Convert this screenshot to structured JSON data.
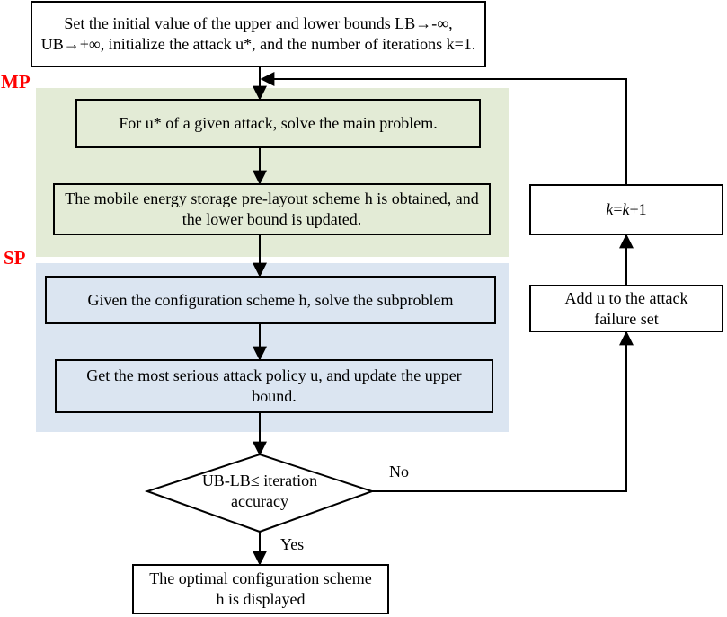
{
  "regions": {
    "mp_label": "MP",
    "sp_label": "SP"
  },
  "nodes": {
    "init": "Set the initial value of the upper and lower bounds LB→-∞, UB→+∞, initialize the attack u*, and the number of iterations k=1.",
    "solve_main": "For u* of a given attack, solve the main problem.",
    "prelayout": "The mobile energy storage pre-layout scheme h is obtained, and the lower bound is updated.",
    "solve_sub": "Given the configuration scheme h, solve the subproblem",
    "attack_policy": "Get the most serious attack policy u, and update the upper bound.",
    "decision": "UB-LB≤ iteration accuracy",
    "output": "The optimal configuration scheme h is displayed",
    "add_failure": "Add u to the attack failure set",
    "increment": "k=k+1"
  },
  "edges": {
    "no_label": "No",
    "yes_label": "Yes"
  },
  "colors": {
    "mp_fill": "#e3ebd6",
    "sp_fill": "#dbe5f1",
    "region_label": "#ff0000",
    "line": "#000000"
  }
}
